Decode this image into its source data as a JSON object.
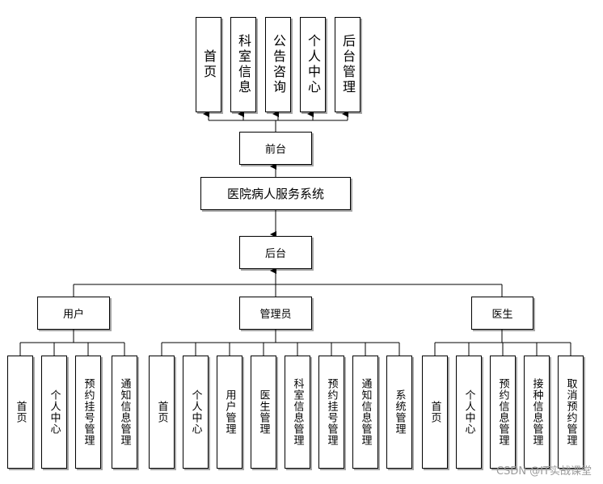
{
  "root": "医院病人服务系统",
  "front": {
    "label": "前台",
    "items": [
      "首页",
      "科室信息",
      "公告咨询",
      "个人中心",
      "后台管理"
    ]
  },
  "back": {
    "label": "后台",
    "roles": [
      {
        "label": "用户",
        "items": [
          "首页",
          "个人中心",
          "预约挂号管理",
          "通知信息管理"
        ]
      },
      {
        "label": "管理员",
        "items": [
          "首页",
          "个人中心",
          "用户管理",
          "医生管理",
          "科室信息管理",
          "预约挂号管理",
          "通知信息管理",
          "系统管理"
        ]
      },
      {
        "label": "医生",
        "items": [
          "首页",
          "个人中心",
          "预约信息管理",
          "接种信息管理",
          "取消预约管理"
        ]
      }
    ]
  },
  "watermark": "CSDN @IT实战课堂"
}
